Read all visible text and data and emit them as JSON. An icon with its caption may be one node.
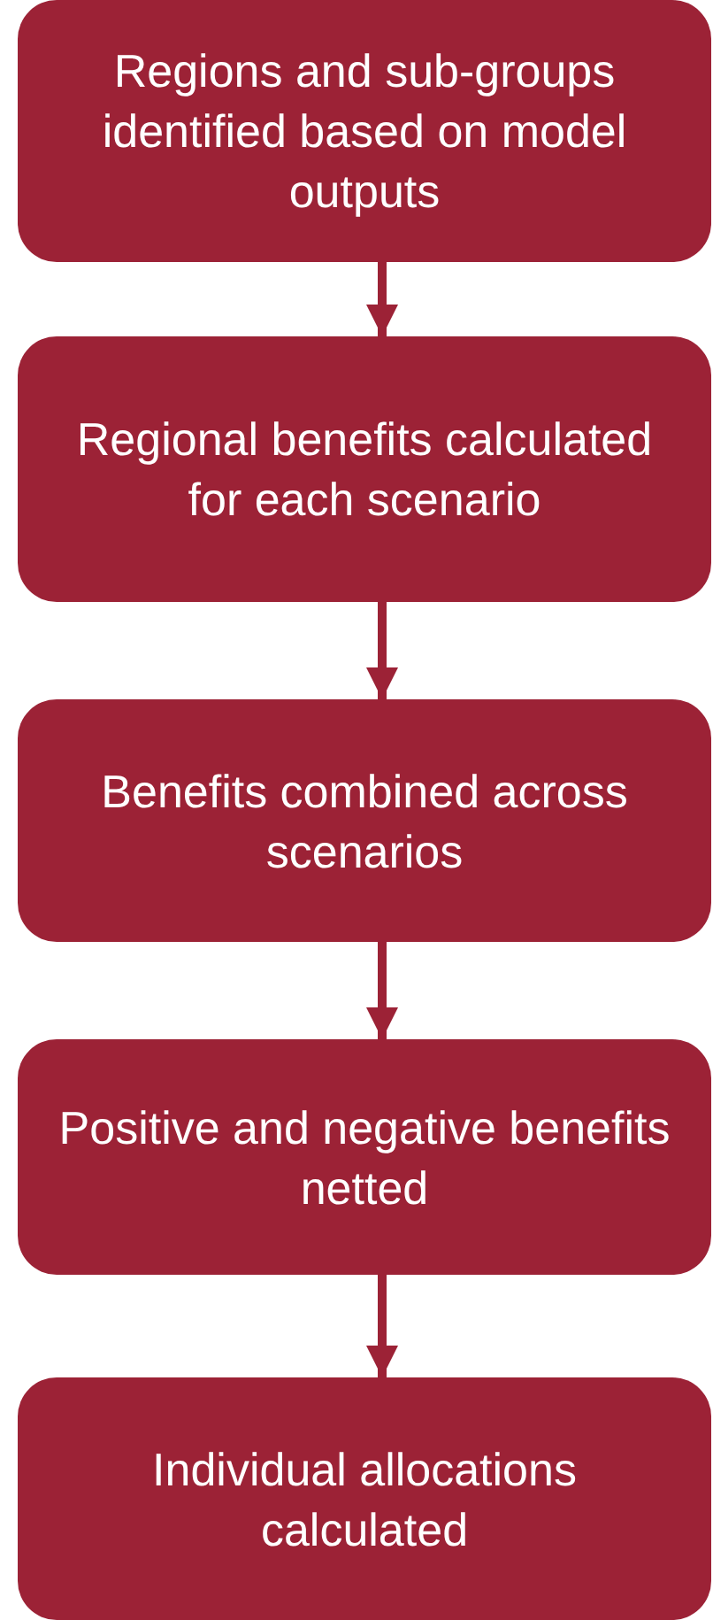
{
  "diagram": {
    "nodes": [
      {
        "text": [
          "Regions and sub-groups identified based on model outputs"
        ]
      },
      {
        "text": [
          "Regional benefits calculated for each scenario"
        ]
      },
      {
        "text": [
          "Benefits combined across scenarios"
        ]
      },
      {
        "text": [
          "Positive and negative benefits netted"
        ]
      },
      {
        "text": [
          "Individual allocations calculated"
        ]
      }
    ],
    "edges": [
      {
        "from": 0,
        "to": 1,
        "arrow": "to"
      },
      {
        "from": 1,
        "to": 2,
        "arrow": "to"
      },
      {
        "from": 2,
        "to": 3,
        "arrow": "to"
      },
      {
        "from": 3,
        "to": 4,
        "arrow": "to"
      }
    ]
  }
}
